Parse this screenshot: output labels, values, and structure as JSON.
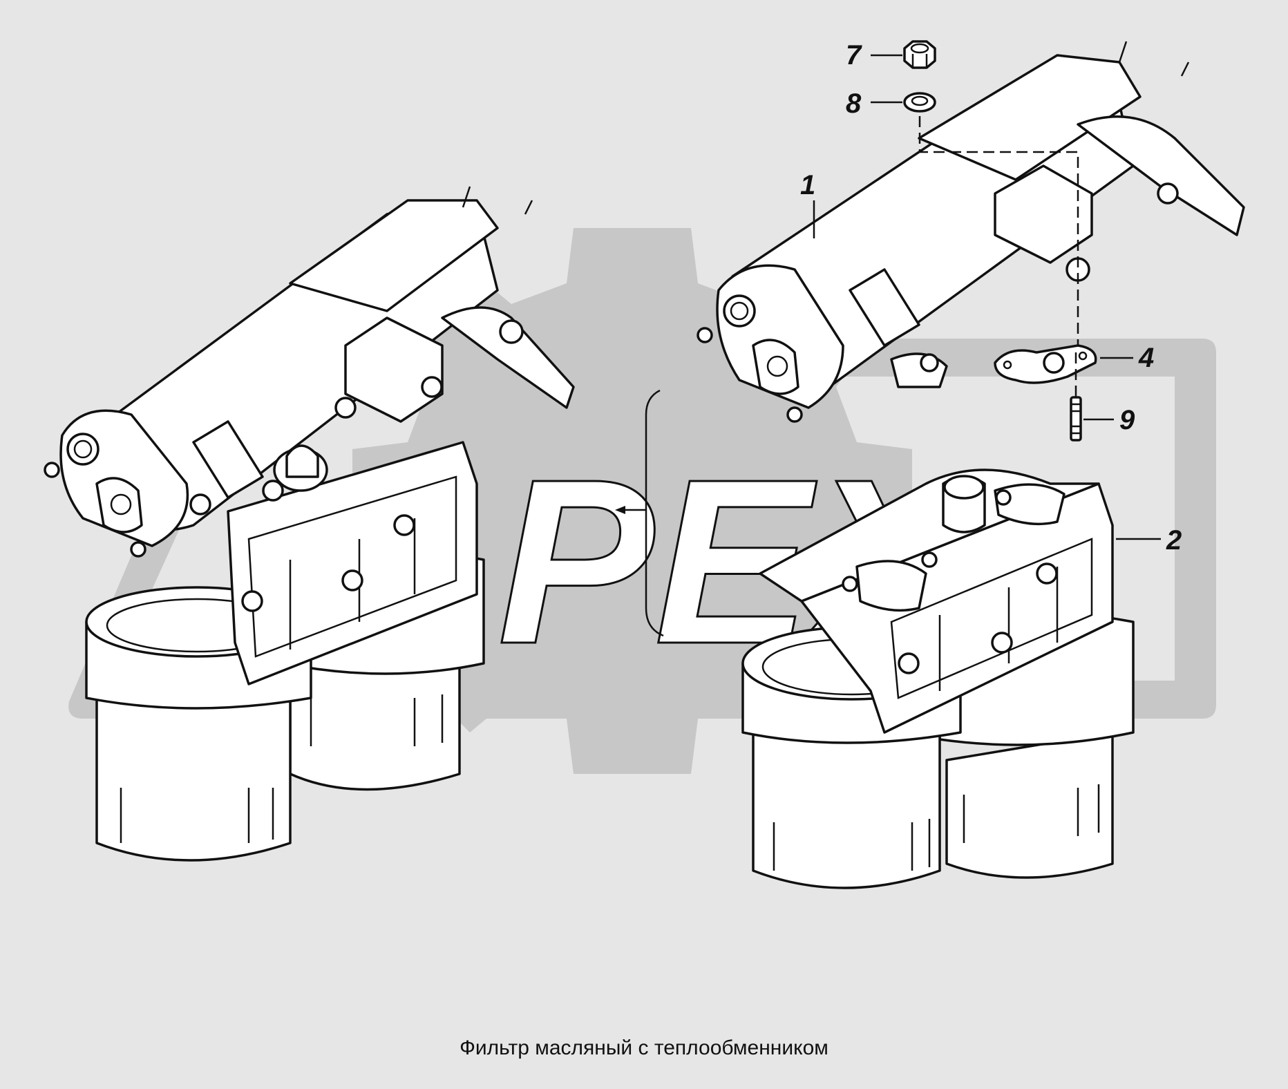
{
  "caption": "Фильтр масляный с теплообменником",
  "watermark": "PEX",
  "callouts": [
    {
      "label": "1"
    },
    {
      "label": "2"
    },
    {
      "label": "4"
    },
    {
      "label": "7"
    },
    {
      "label": "8"
    },
    {
      "label": "9"
    }
  ],
  "colors": {
    "background": "#e6e6e6",
    "watermark": "#c7c7c7",
    "ink": "#111111",
    "part_fill": "#ffffff"
  }
}
